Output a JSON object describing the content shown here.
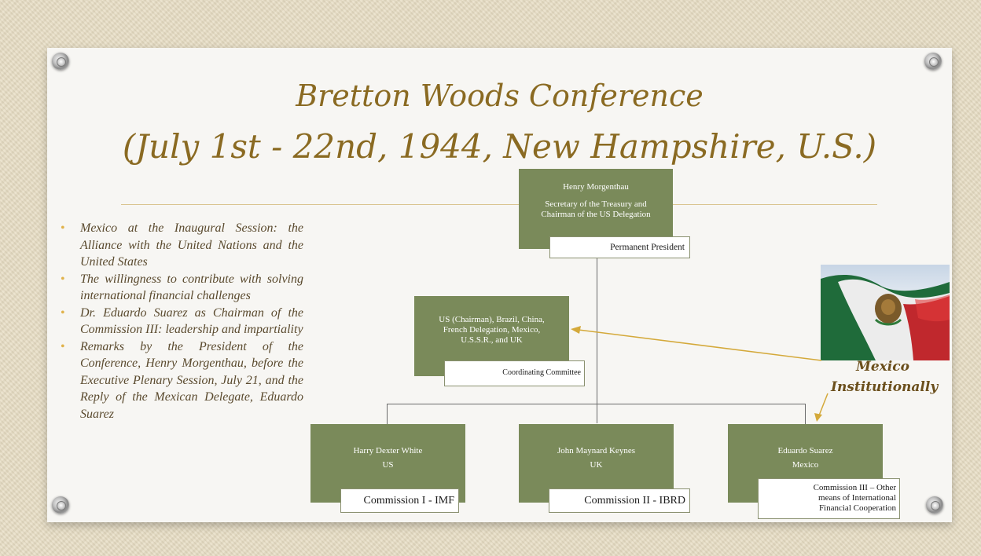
{
  "title": {
    "line1": "Bretton Woods Conference",
    "line2": "(July 1st - 22nd, 1944, New Hampshire, U.S.)"
  },
  "bullets": [
    "Mexico at the Inaugural Session: the Alliance with the United Nations and the United States",
    "The willingness to contribute with solving international financial challenges",
    "Dr. Eduardo Suarez as Chairman of the Commission III: leadership and impartiality",
    "Remarks by the President of the Conference, Henry Morgenthau, before the Executive Plenary Session, July 21, and the Reply of the Mexican Delegate, Eduardo Suarez"
  ],
  "org": {
    "top": {
      "name": "Henry Morgenthau",
      "desc_line1": "Secretary of the Treasury and",
      "desc_line2": "Chairman of the US Delegation",
      "label": "Permanent President"
    },
    "coord": {
      "line1": "US (Chairman), Brazil, China,",
      "line2": "French Delegation, Mexico,",
      "line3": "U.S.S.R., and UK",
      "label": "Coordinating Committee"
    },
    "c1": {
      "name": "Harry Dexter White",
      "country": "US",
      "label": "Commission I - IMF"
    },
    "c2": {
      "name": "John Maynard Keynes",
      "country": "UK",
      "label": "Commission II - IBRD"
    },
    "c3": {
      "name": "Eduardo Suarez",
      "country": "Mexico",
      "label_line1": "Commission III – Other",
      "label_line2": "means of International",
      "label_line3": "Financial Cooperation"
    }
  },
  "callout": {
    "line1": "Mexico",
    "line2": "Institutionally"
  },
  "colors": {
    "title": "#8a6a22",
    "box": "#7a8a5a",
    "arrow": "#d4a93a",
    "bullet": "#e0b24a"
  },
  "icons": {
    "pins": "pushpin-icon",
    "flag": "mexico-flag"
  }
}
